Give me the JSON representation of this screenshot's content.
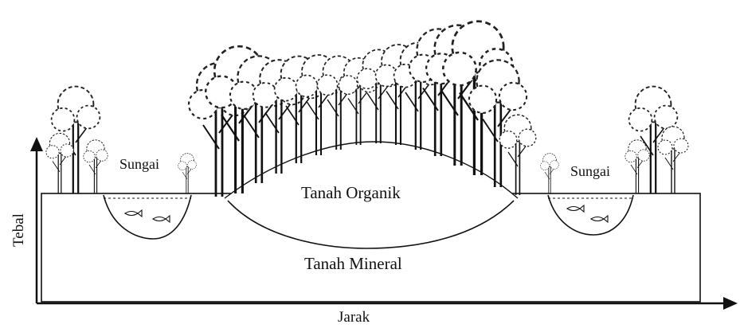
{
  "labels": {
    "organic_soil": "Tanah Organik",
    "mineral_soil": "Tanah Mineral",
    "river_left": "Sungai",
    "river_right": "Sungai",
    "x_axis": "Jarak",
    "y_axis": "Tebal"
  },
  "colors": {
    "ink": "#111111",
    "background": "#ffffff",
    "foliage": "#2a2a2a"
  },
  "icons": {
    "trees": "tree-icon",
    "fish": "fish-icon"
  }
}
